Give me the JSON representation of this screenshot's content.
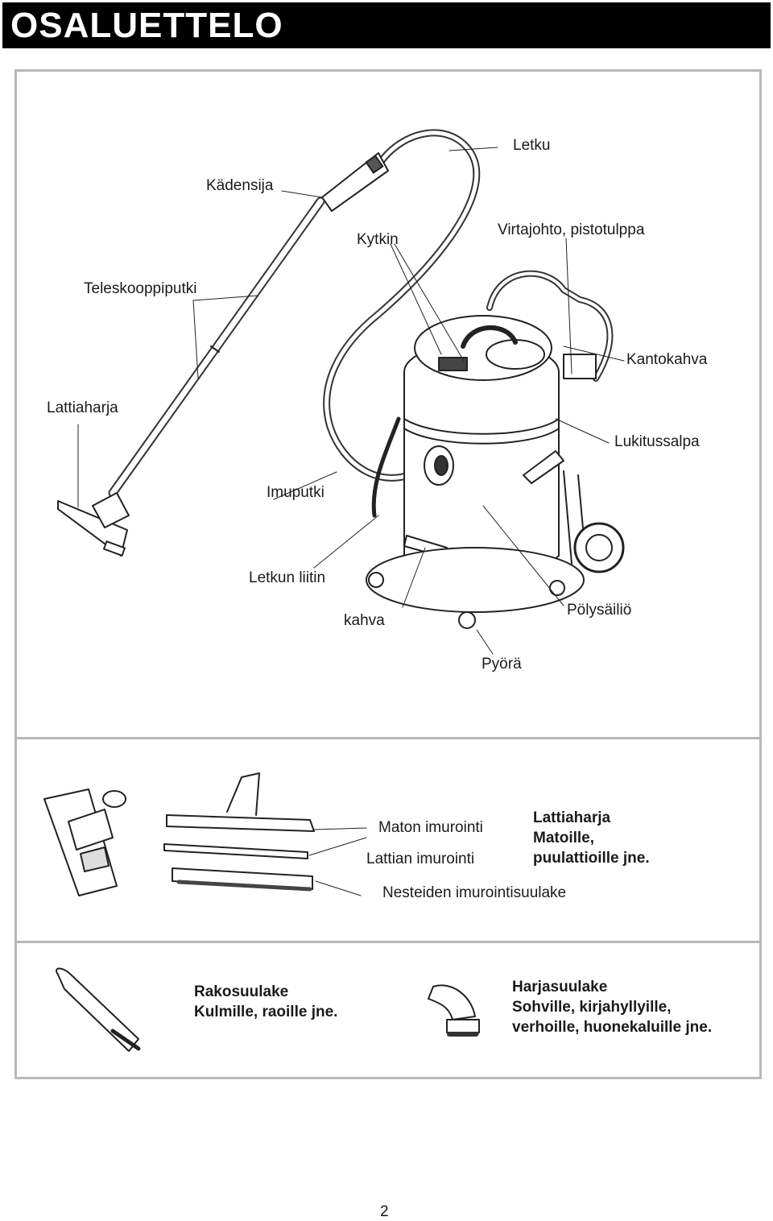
{
  "header": {
    "title": "OSALUETTELO"
  },
  "main_diagram": {
    "labels": {
      "letku": "Letku",
      "kadensija": "Kädensija",
      "kytkin": "Kytkin",
      "virtajohto": "Virtajohto, pistotulppa",
      "teleskooppiputki": "Teleskooppiputki",
      "kantokahva": "Kantokahva",
      "lattiaharja": "Lattiaharja",
      "lukitussalpa": "Lukitussalpa",
      "imuputki": "Imuputki",
      "letkun_liitin": "Letkun liitin",
      "kahva": "kahva",
      "polysailio": "Pölysäiliö",
      "pyora": "Pyörä"
    }
  },
  "floor_brush_section": {
    "maton_imurointi": "Maton imurointi",
    "lattian_imurointi": "Lattian imurointi",
    "nesteiden": "Nesteiden imurointisuulake",
    "lattiaharja_title": "Lattiaharja",
    "lattiaharja_line1": "Matoille,",
    "lattiaharja_line2": "puulattioille jne."
  },
  "nozzles_section": {
    "rakosuulake_title": "Rakosuulake",
    "rakosuulake_desc": "Kulmille, raoille jne.",
    "harjasuulake_title": "Harjasuulake",
    "harjasuulake_line1": "Sohville, kirjahyllyille,",
    "harjasuulake_line2": "verhoille, huonekaluille jne."
  },
  "footer": {
    "page_number": "2"
  }
}
